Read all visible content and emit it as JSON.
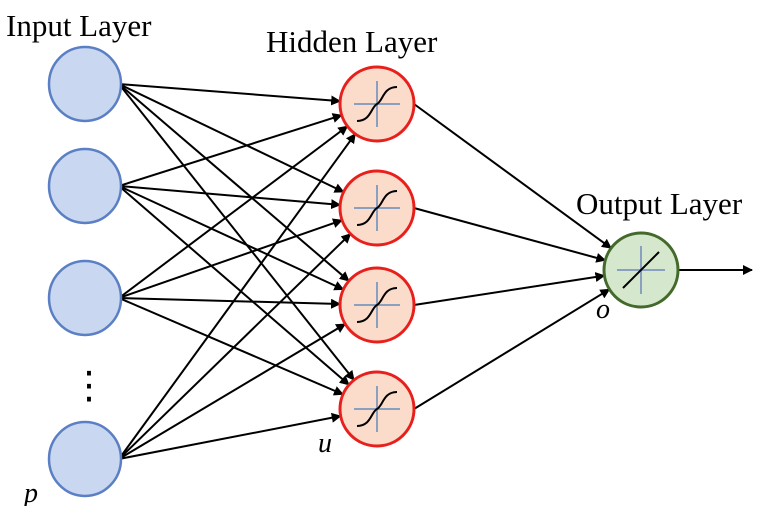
{
  "titles": {
    "input": "Input Layer",
    "hidden": "Hidden Layer",
    "output": "Output Layer"
  },
  "symbols": {
    "input_last": "p",
    "hidden_last": "u",
    "output": "o"
  },
  "ellipsis": "⋮",
  "layers": {
    "input": {
      "shown_nodes": 4,
      "fill": "#c9d8f0",
      "stroke": "#5b7fc4"
    },
    "hidden": {
      "nodes": 4,
      "fill": "#fbdccb",
      "stroke": "#e8201c",
      "activation": "sigmoid"
    },
    "output": {
      "nodes": 1,
      "fill": "#d5e8cd",
      "stroke": "#436a2a",
      "activation": "linear"
    }
  },
  "connection_color": "#000000",
  "axis_color": "#8aa0c0"
}
